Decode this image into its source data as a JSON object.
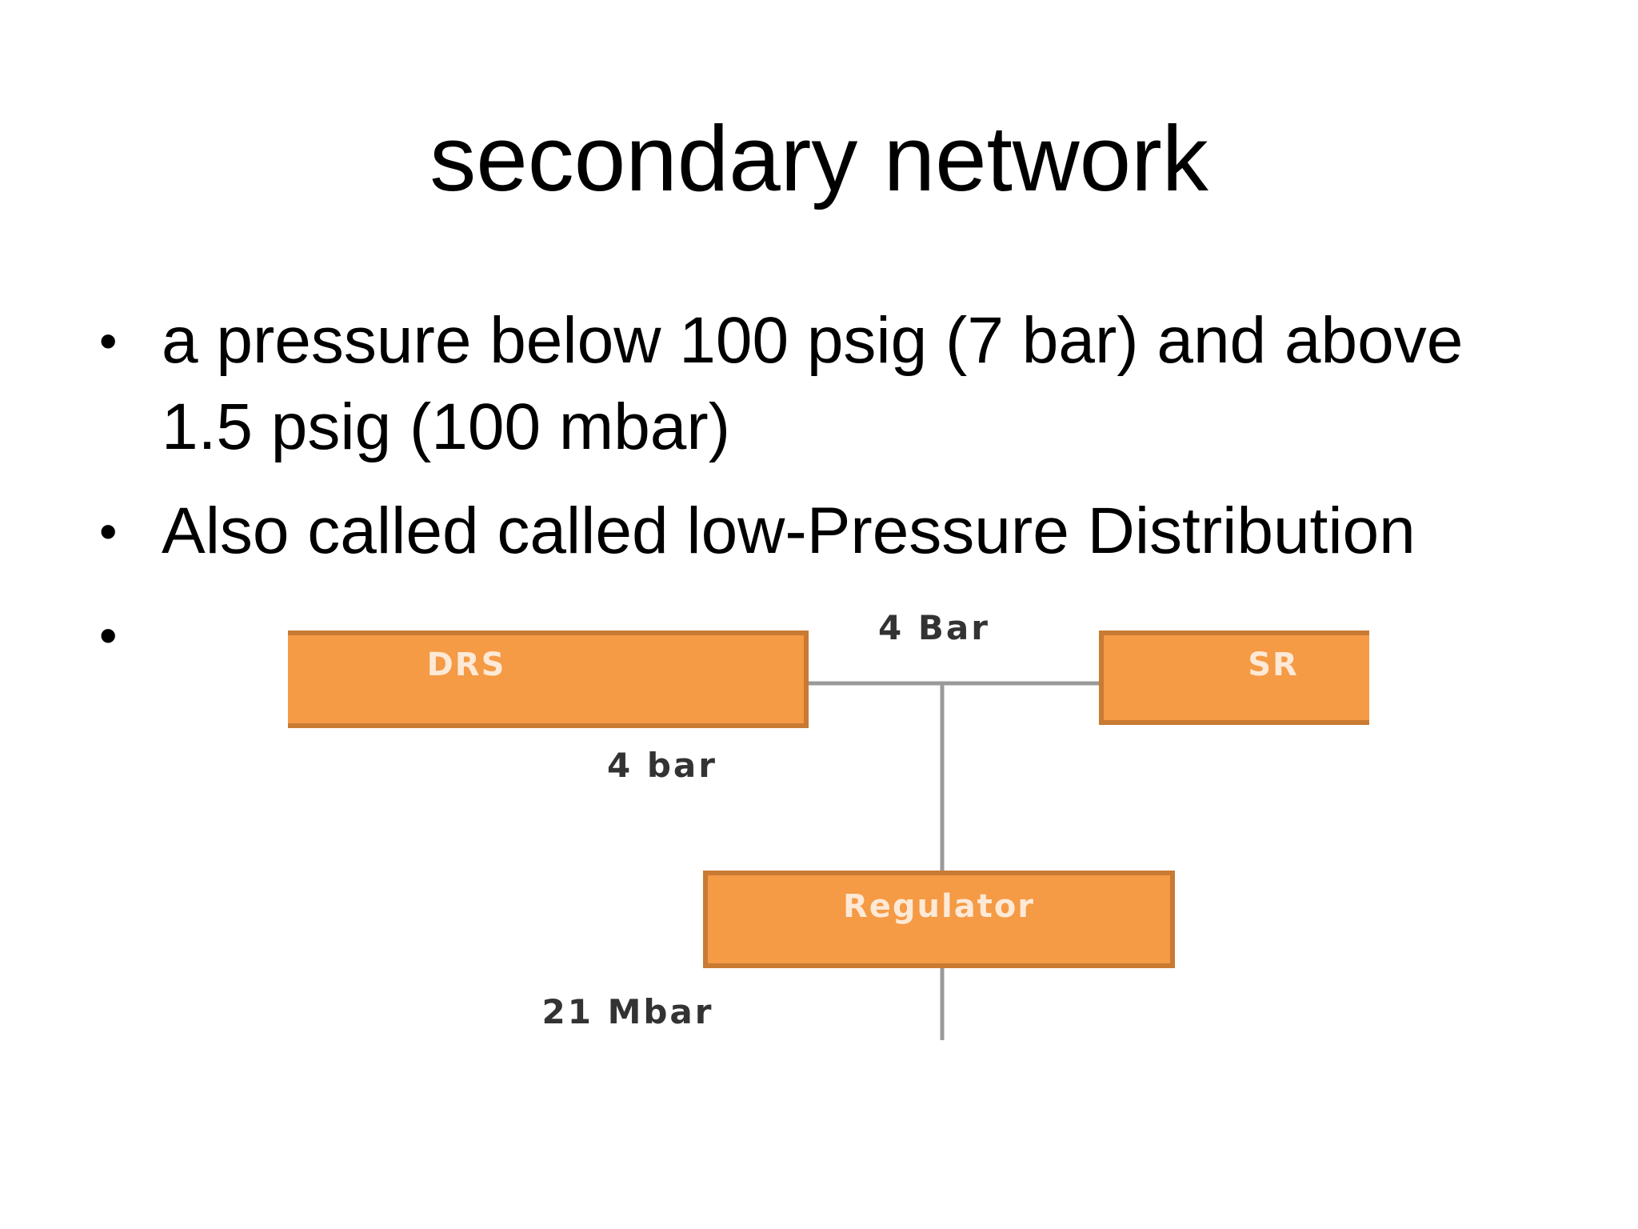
{
  "slide": {
    "title": "secondary network",
    "bullets": [
      "a  pressure below 100 psig (7  bar) and above 1.5 psig (100 mbar)",
      "Also called called low-Pressure Distribution",
      ""
    ]
  },
  "diagram": {
    "nodes": {
      "drs": "DRS",
      "sr": "SR",
      "regulator": "Regulator"
    },
    "pressures": {
      "top": "4 Bar",
      "mid": "4 bar",
      "bottom": "21  Mbar"
    },
    "colors": {
      "box_fill": "#f59a45",
      "box_border": "#c97a33",
      "pipe": "#9a9a9a"
    }
  }
}
